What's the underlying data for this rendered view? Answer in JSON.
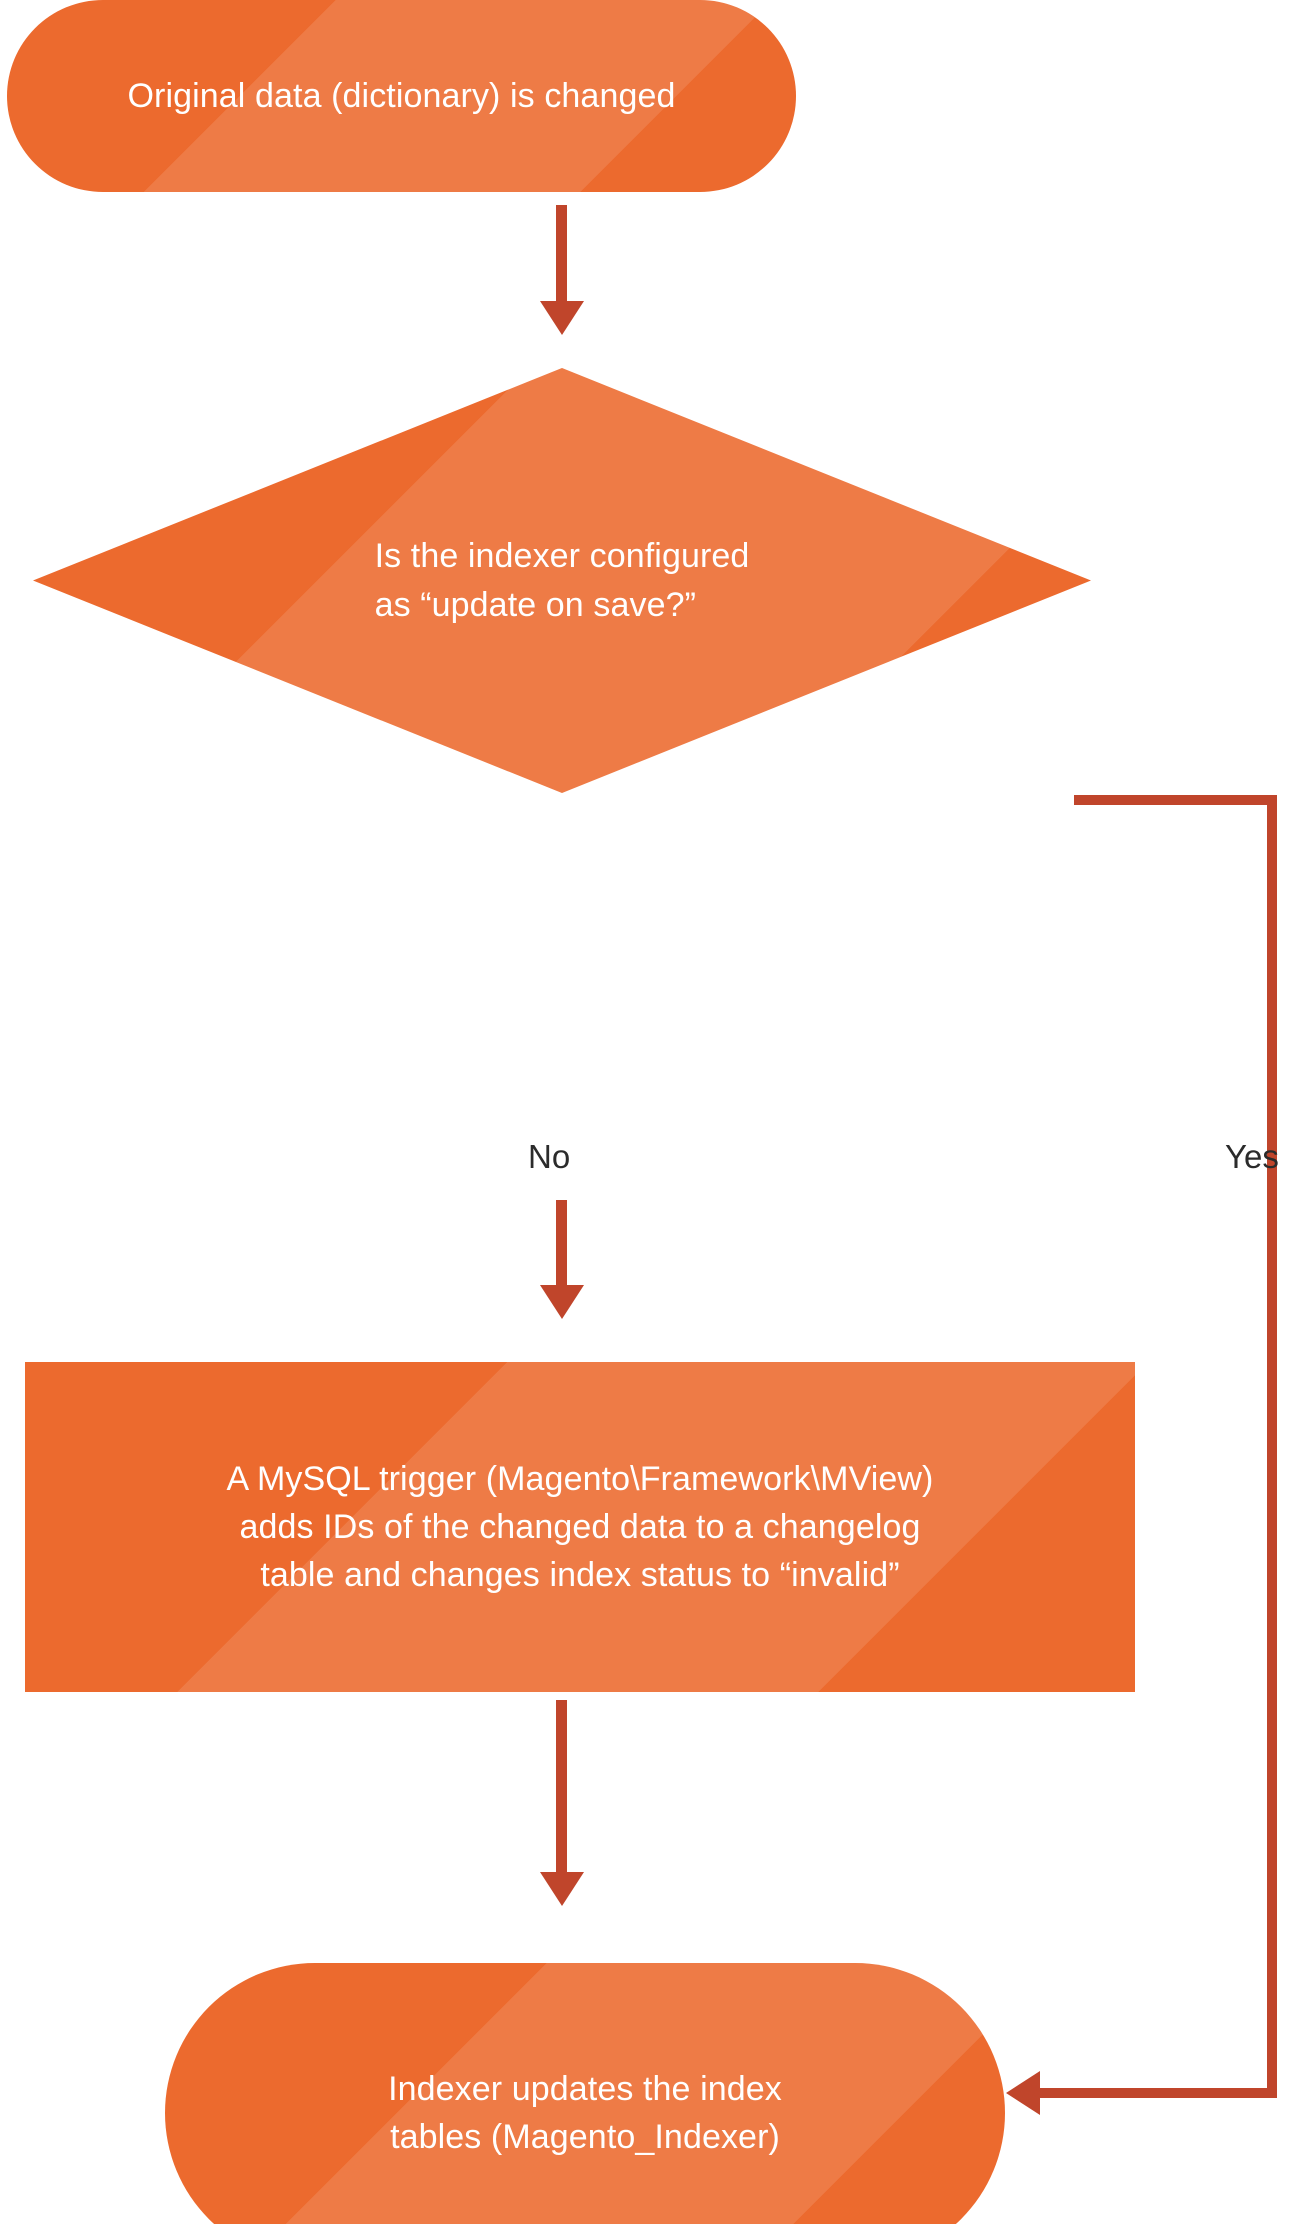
{
  "chart_data": {
    "type": "diagram",
    "diagram_type": "flowchart",
    "title": "",
    "orientation": "top-to-bottom",
    "nodes": [
      {
        "id": "start",
        "shape": "rounded-terminator",
        "label": "Original data (dictionary) is changed"
      },
      {
        "id": "decision",
        "shape": "diamond",
        "label": "Is the indexer configured\nas “update on save?”"
      },
      {
        "id": "process",
        "shape": "rectangle",
        "label": "A MySQL trigger (Magento\\Framework\\MView)\nadds IDs of the changed data to a changelog\ntable and changes index status to “invalid”"
      },
      {
        "id": "end",
        "shape": "rounded-terminator",
        "label": "Indexer updates the index\ntables   (Magento_Indexer)"
      }
    ],
    "edges": [
      {
        "from": "start",
        "to": "decision",
        "label": "",
        "style": "straight-down"
      },
      {
        "from": "decision",
        "to": "process",
        "label": "No",
        "style": "straight-down"
      },
      {
        "from": "decision",
        "to": "end",
        "label": "Yes",
        "style": "right-then-down-then-left"
      },
      {
        "from": "process",
        "to": "end",
        "label": "",
        "style": "straight-down"
      }
    ]
  },
  "flowchart": {
    "start": {
      "label": "Original data (dictionary) is changed"
    },
    "decision": {
      "label": "Is the indexer configured\nas “update on save?”"
    },
    "process": {
      "label": "A MySQL trigger (Magento\\Framework\\MView)\nadds IDs of the changed data to a changelog\ntable and changes index status to “invalid”"
    },
    "end": {
      "label": "Indexer updates the index\ntables   (Magento_Indexer)"
    },
    "branches": {
      "no": "No",
      "yes": "Yes"
    }
  },
  "colors": {
    "shape_fill": "#EC6A2E",
    "shape_highlight": "#EF7B45",
    "connector": "#C0452B",
    "shape_text": "#FFFFFF",
    "branch_text": "#2B2B2B",
    "background": "#FFFFFF"
  }
}
